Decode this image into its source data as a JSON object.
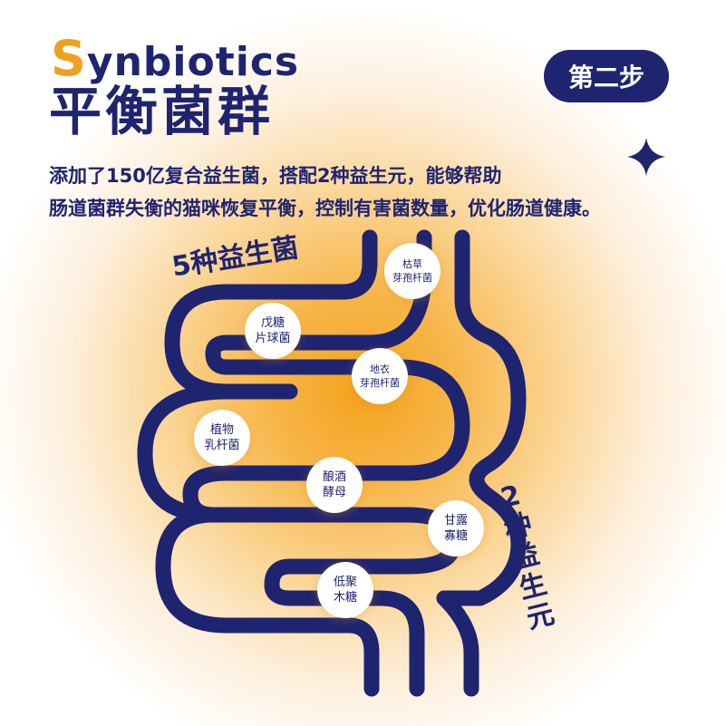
{
  "header": {
    "title_en_first": "S",
    "title_en_rest": "ynbiotics",
    "title_cn": "平衡菌群",
    "step_badge": "第二步"
  },
  "description": {
    "line1": "添加了150亿复合益生菌，搭配2种益生元，能够帮助",
    "line2": "肠道菌群失衡的猫咪恢复平衡，控制有害菌数量，优化肠道健康。"
  },
  "labels": {
    "probiotics": "5种益生菌",
    "prebiotics": [
      "2",
      "种",
      "益",
      "生",
      "元"
    ]
  },
  "bubbles": [
    {
      "line1": "枯草",
      "line2": "芽孢杆菌"
    },
    {
      "line1": "戊糖",
      "line2": "片球菌"
    },
    {
      "line1": "地衣",
      "line2": "芽孢杆菌"
    },
    {
      "line1": "植物",
      "line2": "乳杆菌"
    },
    {
      "line1": "酿酒",
      "line2": "酵母"
    },
    {
      "line1": "甘露",
      "line2": "寡糖"
    },
    {
      "line1": "低聚",
      "line2": "木糖"
    }
  ],
  "colors": {
    "navy": "#1f2470",
    "accent_orange": "#f0a020",
    "glow_center": "#f4a21c",
    "background": "#ffffff"
  },
  "icons": {
    "sparkle": "sparkle-icon",
    "intestine": "intestine-icon"
  }
}
